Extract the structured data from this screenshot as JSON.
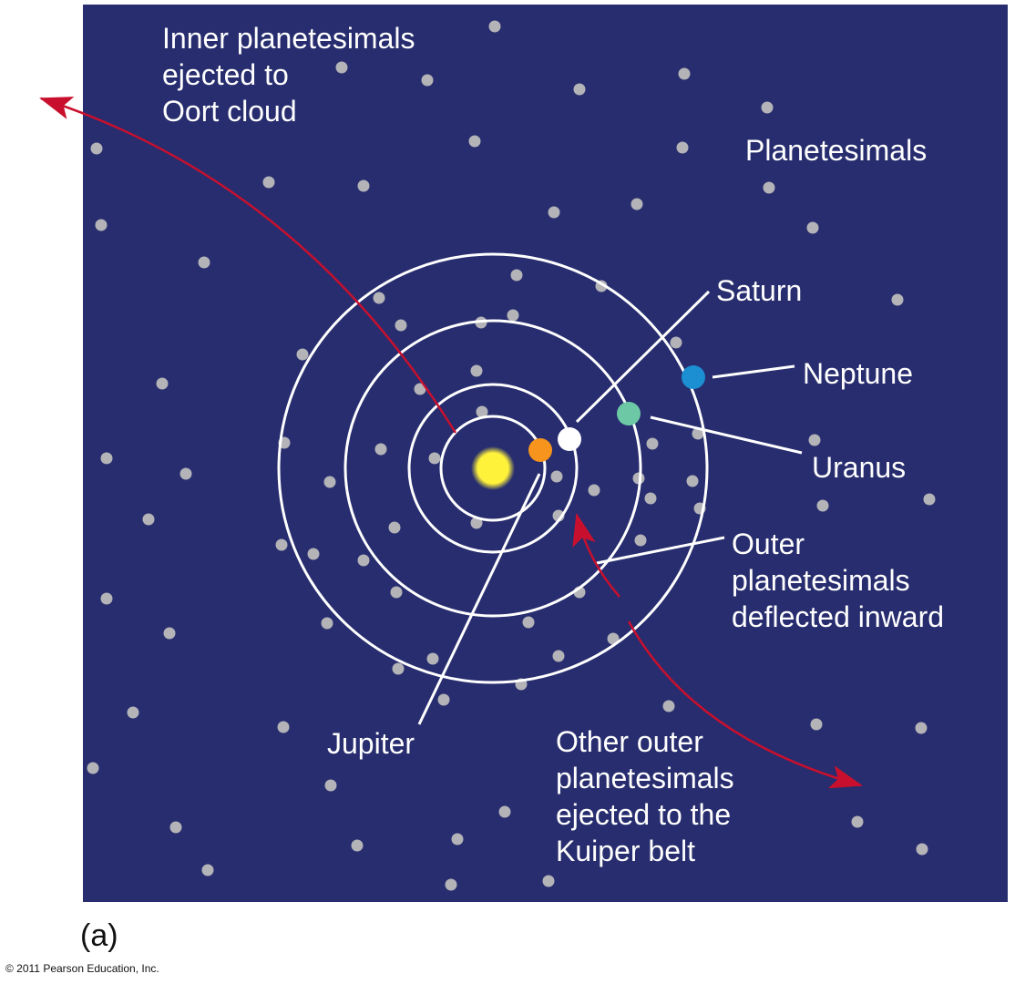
{
  "title": "Planetesimal scattering by the giant planets",
  "labels": {
    "inner_ejected": "Inner planetesimals\nejected to\nOort cloud",
    "planetesimals": "Planetesimals",
    "saturn": "Saturn",
    "neptune": "Neptune",
    "uranus": "Uranus",
    "outer_deflected": "Outer\nplanetesimals\ndeflected inward",
    "jupiter": "Jupiter",
    "outer_ejected": "Other outer\nplanetesimals\nejected to the\nKuiper belt"
  },
  "part_label": "(a)",
  "copyright": "© 2011 Pearson Education, Inc.",
  "colors": {
    "background": "#272d6e",
    "sun": "#fff23a",
    "jupiter": "#f7941d",
    "saturn": "#ffffff",
    "uranus": "#6dc9a5",
    "neptune": "#1b8fd2",
    "planetesimal": "#b3b3b8",
    "arrow": "#c8102e"
  }
}
